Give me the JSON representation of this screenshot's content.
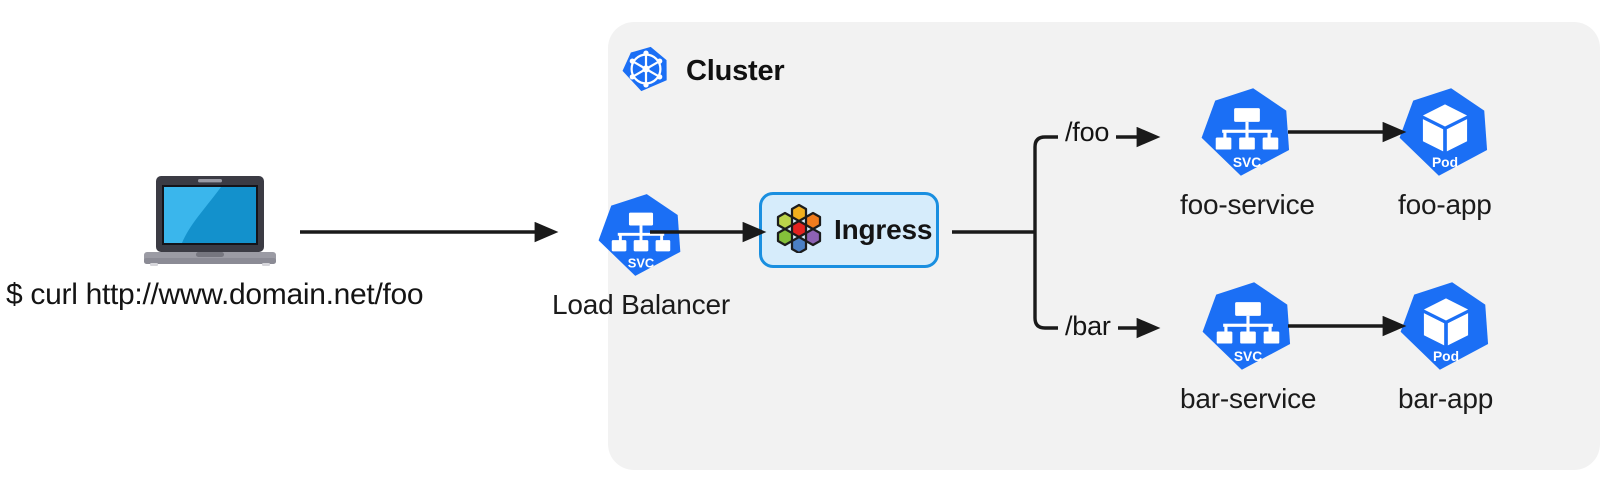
{
  "diagram": {
    "title": "Kubernetes Ingress routing diagram",
    "background_color": "#ffffff",
    "cluster": {
      "label": "Cluster",
      "icon": "kubernetes-helm-icon",
      "panel_color": "#f2f2f2"
    },
    "client": {
      "icon": "laptop-icon",
      "command": "$ curl http://www.domain.net/foo"
    },
    "load_balancer": {
      "icon": "k8s-service-icon",
      "icon_text": "SVC",
      "label": "Load Balancer"
    },
    "ingress": {
      "icon": "ingress-honeycomb-icon",
      "label": "Ingress",
      "fill_color": "#d6ecfb",
      "border_color": "#1a8fe0"
    },
    "routes": [
      {
        "path": "/foo",
        "service": {
          "icon": "k8s-service-icon",
          "icon_text": "SVC",
          "label": "foo-service"
        },
        "pod": {
          "icon": "k8s-pod-icon",
          "icon_text": "Pod",
          "label": "foo-app"
        }
      },
      {
        "path": "/bar",
        "service": {
          "icon": "k8s-service-icon",
          "icon_text": "SVC",
          "label": "bar-service"
        },
        "pod": {
          "icon": "k8s-pod-icon",
          "icon_text": "Pod",
          "label": "bar-app"
        }
      }
    ],
    "colors": {
      "k8s_blue": "#326ce5",
      "k8s_blue_bright": "#1b6ff5",
      "line": "#1a1a1a",
      "honeycomb": {
        "top": "#f2b01e",
        "upper_right": "#f07c1e",
        "lower_right": "#8d62b3",
        "bottom": "#4b7fc4",
        "lower_left": "#84c03a",
        "upper_left": "#bcd44a",
        "center": "#e3231f"
      },
      "laptop_screen_light": "#3ab6ec",
      "laptop_screen_dark": "#1391cc"
    }
  }
}
